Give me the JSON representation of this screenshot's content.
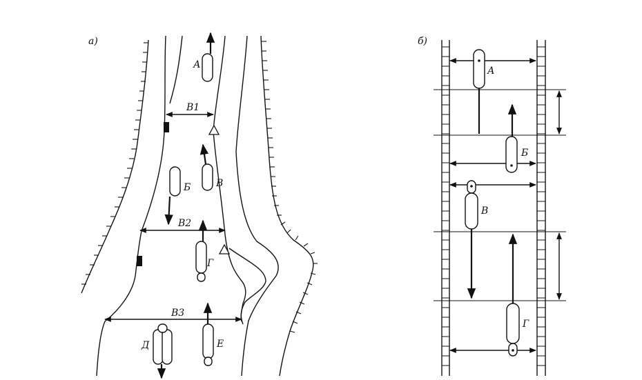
{
  "panels": {
    "left": {
      "label": "а)",
      "vessels": [
        "А",
        "Б",
        "В",
        "Г",
        "Д",
        "Е"
      ],
      "widths": [
        "В1",
        "В2",
        "В3"
      ]
    },
    "right": {
      "label": "б)",
      "vessels": [
        "А",
        "Б",
        "В",
        "Г"
      ]
    }
  }
}
